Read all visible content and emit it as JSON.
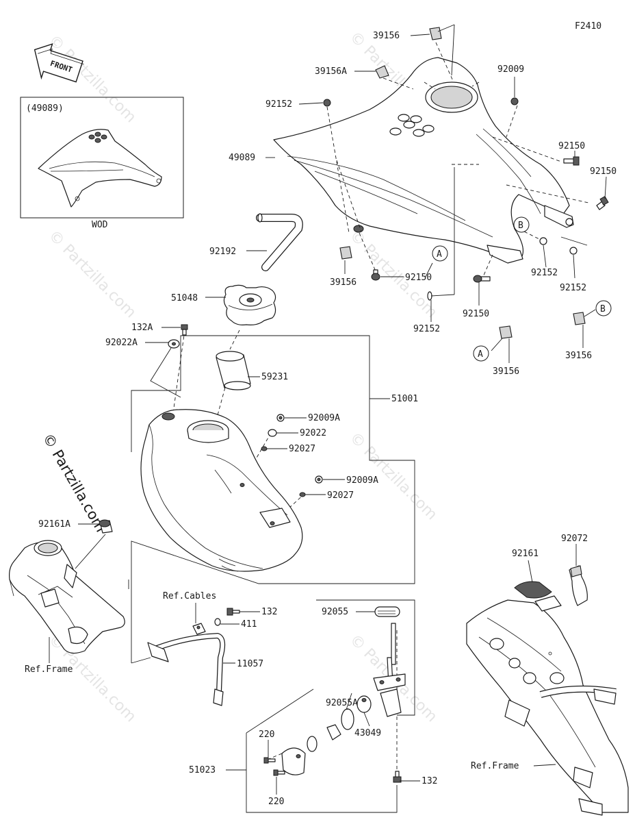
{
  "figure_code": "F2410",
  "front_label": "FRONT",
  "watermark": "© Partzilla.com",
  "inset": {
    "title": "(49089)",
    "caption": "WOD"
  },
  "callouts": {
    "c39156_top": "39156",
    "c39156A": "39156A",
    "c92009": "92009",
    "c92152_top": "92152",
    "c92150_r1": "92150",
    "c92150_r2": "92150",
    "c49089": "49089",
    "c92192": "92192",
    "c39156_mid": "39156",
    "c92150_mid": "92150",
    "c92152_r1": "92152",
    "c92152_r2": "92152",
    "c51048": "51048",
    "c92150_low": "92150",
    "c92152_low": "92152",
    "c132A": "132A",
    "c92022A": "92022A",
    "c39156_A": "39156",
    "c39156_B": "39156",
    "c59231": "59231",
    "c51001": "51001",
    "c92009A_1": "92009A",
    "c92022": "92022",
    "c92027_1": "92027",
    "c92009A_2": "92009A",
    "c92027_2": "92027",
    "c92161A": "92161A",
    "c92072": "92072",
    "c92161": "92161",
    "ref_cables": "Ref.Cables",
    "c132_top": "132",
    "c411": "411",
    "c92055": "92055",
    "ref_frame_left": "Ref.Frame",
    "c11057": "11057",
    "c92055A": "92055A",
    "c43049": "43049",
    "c220_1": "220",
    "c51023": "51023",
    "c132_bot": "132",
    "c220_2": "220",
    "ref_frame_right": "Ref.Frame"
  },
  "markers": {
    "A": "A",
    "B": "B"
  }
}
